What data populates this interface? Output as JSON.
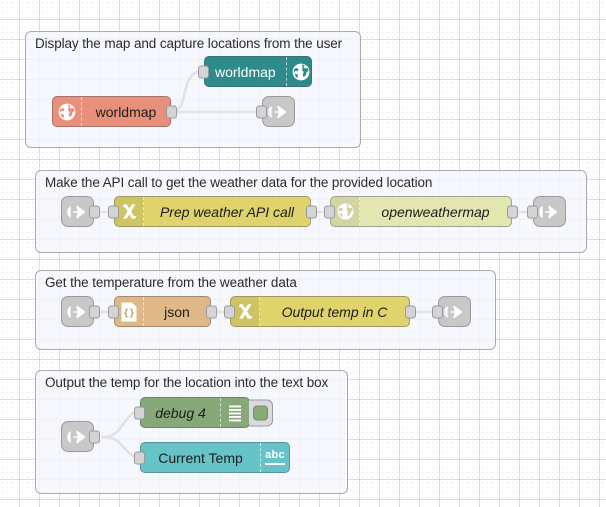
{
  "app": {
    "name": "Node-RED flow editor canvas"
  },
  "groups": [
    {
      "id": "g1",
      "label": "Display the map and capture locations from the user"
    },
    {
      "id": "g2",
      "label": "Make the API call to get the weather data for the provided location"
    },
    {
      "id": "g3",
      "label": "Get the temperature from the weather data"
    },
    {
      "id": "g4",
      "label": "Output the temp for the location into the text box"
    }
  ],
  "nodes": {
    "worldmap_in": {
      "label": "worldmap",
      "icon": "globe-icon",
      "color": "#e8907a"
    },
    "worldmap_out": {
      "label": "worldmap",
      "icon": "globe-icon",
      "color": "#2e8b8b"
    },
    "link_out_1": {
      "label": "",
      "icon": "link-out-icon",
      "color": "#c8c8c8"
    },
    "link_in_2": {
      "label": "",
      "icon": "link-in-icon",
      "color": "#c8c8c8"
    },
    "prep_fn": {
      "label": "Prep weather API call",
      "icon": "function-icon",
      "color": "#dfd36b"
    },
    "owm": {
      "label": "openweathermap",
      "icon": "globe-icon",
      "color": "#e2e6b0"
    },
    "link_out_2": {
      "label": "",
      "icon": "link-out-icon",
      "color": "#c8c8c8"
    },
    "link_in_3": {
      "label": "",
      "icon": "link-in-icon",
      "color": "#c8c8c8"
    },
    "json": {
      "label": "json",
      "icon": "json-braces-icon",
      "color": "#deb887"
    },
    "temp_fn": {
      "label": "Output temp in C",
      "icon": "function-icon",
      "color": "#dfd36b"
    },
    "link_out_3": {
      "label": "",
      "icon": "link-out-icon",
      "color": "#c8c8c8"
    },
    "link_in_4": {
      "label": "",
      "icon": "link-in-icon",
      "color": "#c8c8c8"
    },
    "debug4": {
      "label": "debug 4",
      "icon": "debug-lines-icon",
      "color": "#87a97a",
      "button": "debug-toggle-button"
    },
    "current_temp": {
      "label": "Current Temp",
      "icon": "abc-text-icon",
      "color": "#66c4c8"
    }
  },
  "palette": {
    "canvas_bg": "#ffffff",
    "grid_line": "#bebee1",
    "group_border": "#a9a9b4",
    "group_fill": "#f4f6fc",
    "wire": "#9d9da6",
    "port": "#d4d4d4"
  }
}
